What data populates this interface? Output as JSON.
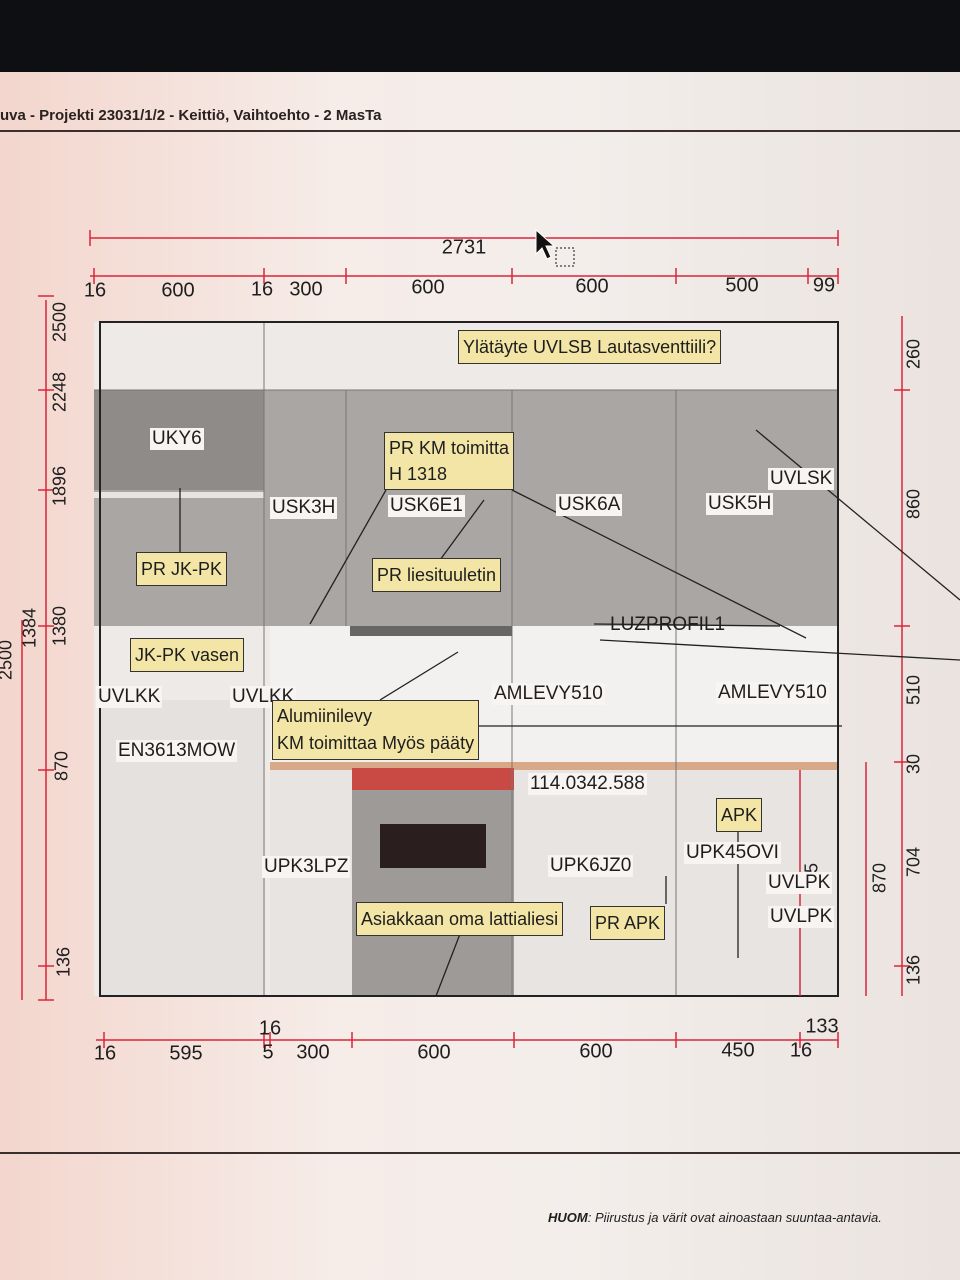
{
  "window": {
    "title": "uva - Projekti 23031/1/2 - Keittiö, Vaihtoehto - 2 MasTa"
  },
  "top_dimensions": {
    "total": "2731",
    "segments": [
      "16",
      "600",
      "16",
      "300",
      "600",
      "600",
      "500",
      "99"
    ]
  },
  "bottom_dimensions": {
    "segments": [
      "16",
      "595",
      "5",
      "300",
      "600",
      "600",
      "450",
      "16"
    ],
    "upper": [
      "16",
      "133"
    ]
  },
  "left_heights": [
    "2500",
    "2248",
    "1896",
    "1380",
    "870",
    "136"
  ],
  "left_outer": [
    "2500",
    "1384"
  ],
  "right_heights": [
    "260",
    "860",
    "510",
    "30",
    "704",
    "136"
  ],
  "right_outer": [
    "870",
    "835"
  ],
  "cabinet_labels": {
    "uky6": "UKY6",
    "usk3h": "USK3H",
    "usk6e1": "USK6E1",
    "usk6a": "USK6A",
    "usk5h": "USK5H",
    "uvlsk": "UVLSK",
    "uvlkk1": "UVLKK",
    "uvlkk2": "UVLKK",
    "amlevy1": "AMLEVY510",
    "amlevy2": "AMLEVY510",
    "en": "EN3613MOW",
    "code": "114.0342.588",
    "upk3lpz": "UPK3LPZ",
    "upk6jz0": "UPK6JZ0",
    "upk45ovi": "UPK45OVI",
    "uvlpk1": "UVLPK",
    "uvlpk2": "UVLPK",
    "luzprofil": "LUZPROFIL1"
  },
  "notes": {
    "ylataye": "Ylätäyte UVLSB Lautasventtiili?",
    "prkm_1": "PR KM toimitta",
    "prkm_2": "H 1318",
    "prjkpk": "PR JK-PK",
    "prliesi": "PR liesituuletin",
    "jkpkvasen": "JK-PK vasen",
    "alumiini_1": "Alumiinilevy",
    "alumiini_2": "KM toimittaa Myös pääty",
    "apk": "APK",
    "asiakkaan": "Asiakkaan oma lattialiesi",
    "prapk": "PR APK"
  },
  "footer": {
    "huom": "HUOM",
    "text": ": Piirustus ja värit ovat ainoastaan suuntaa-antavia."
  },
  "colors": {
    "dim_line": "#d9263a",
    "note_fill": "#f2e5a6"
  }
}
